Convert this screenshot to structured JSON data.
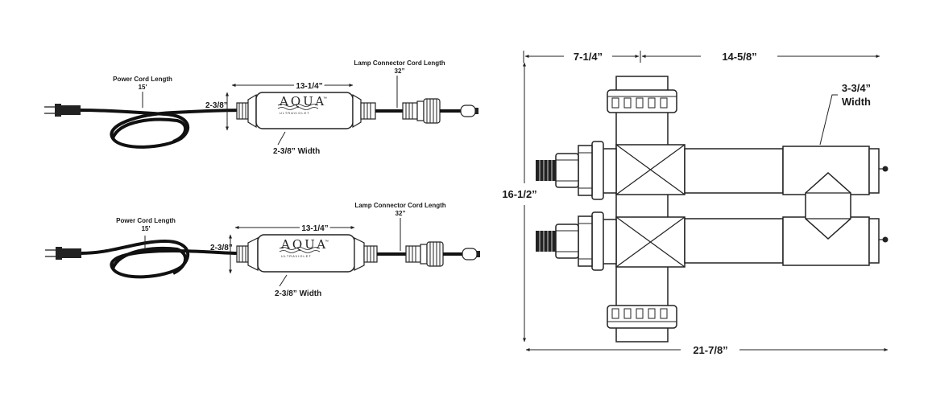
{
  "ballast_top": {
    "power_cord_label": "Power Cord Length",
    "power_cord_value": "15'",
    "length": "13-1/4”",
    "height": "2-3/8”",
    "width": "2-3/8” Width",
    "lamp_cord_label": "Lamp Connector Cord Length",
    "lamp_cord_value": "32”",
    "logo": "AQUA",
    "logo_tm": "™",
    "logo_sub": "ULTRAVIOLET"
  },
  "ballast_bottom": {
    "power_cord_label": "Power Cord Length",
    "power_cord_value": "15'",
    "length": "13-1/4”",
    "height": "2-3/8”",
    "width": "2-3/8” Width",
    "lamp_cord_label": "Lamp Connector Cord Length",
    "lamp_cord_value": "32”",
    "logo": "AQUA",
    "logo_tm": "™",
    "logo_sub": "ULTRAVIOLET"
  },
  "unit": {
    "top_left": "7-1/4”",
    "top_right": "14-5/8”",
    "width_value": "3-3/4”",
    "width_word": "Width",
    "height": "16-1/2”",
    "bottom": "21-7/8”"
  }
}
